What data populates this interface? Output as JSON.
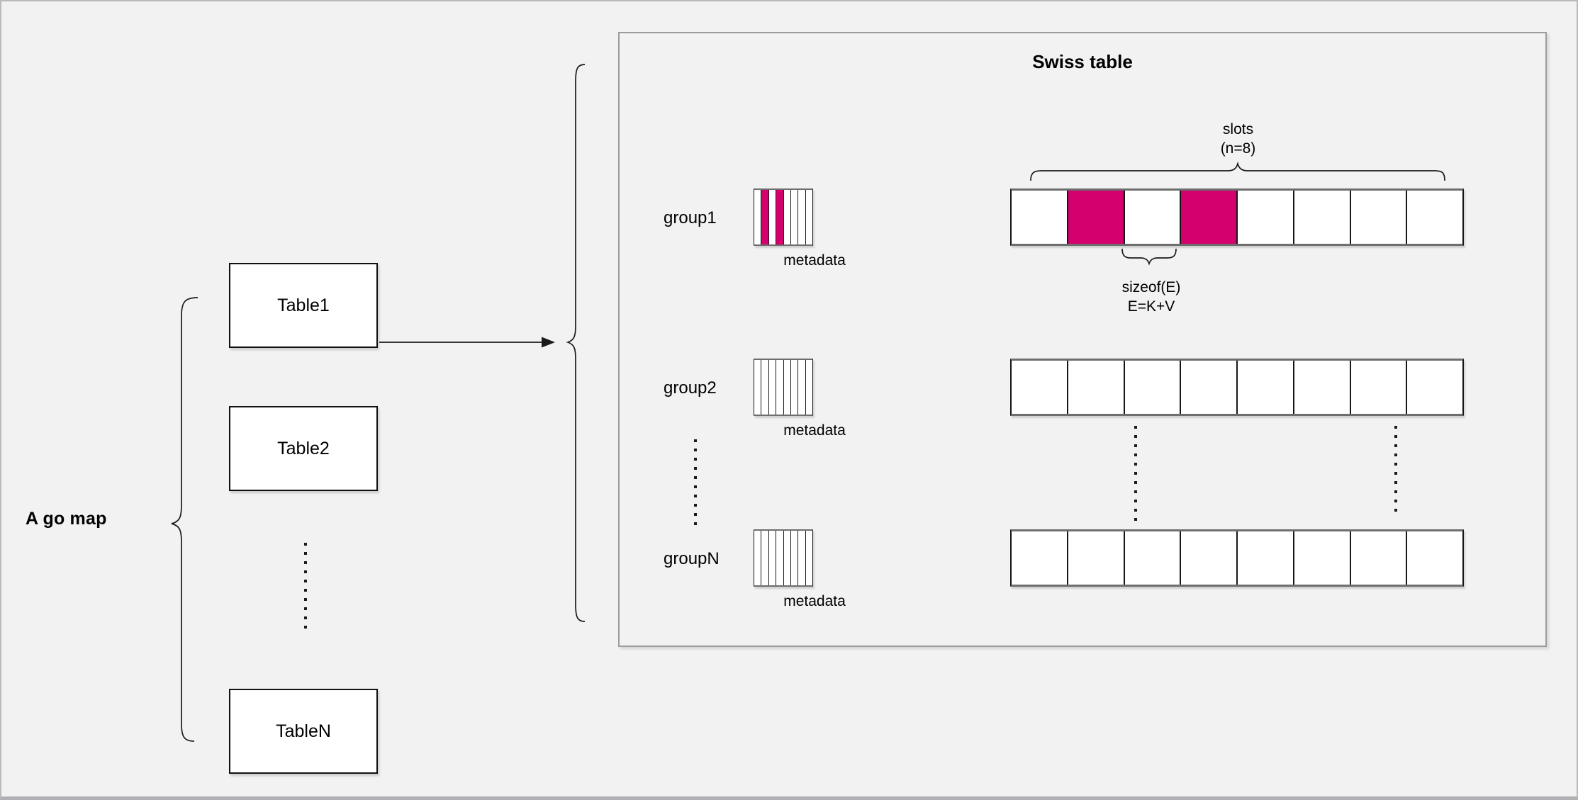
{
  "colors": {
    "background": "#f2f2f3",
    "highlight": "#d4006e"
  },
  "left_panel": {
    "label": "A go map",
    "tables": [
      {
        "label": "Table1"
      },
      {
        "label": "Table2"
      },
      {
        "label": "TableN"
      }
    ]
  },
  "swiss_table": {
    "title": "Swiss table",
    "slots_annotation": {
      "line1": "slots",
      "line2": "(n=8)"
    },
    "sizeof_annotation": {
      "line1": "sizeof(E)",
      "line2": "E=K+V"
    },
    "slot_count": 8,
    "groups": [
      {
        "label": "group1",
        "caption": "metadata",
        "highlighted_slots": [
          2,
          4
        ],
        "highlighted_stripes": [
          2,
          4
        ]
      },
      {
        "label": "group2",
        "caption": "metadata",
        "highlighted_slots": [],
        "highlighted_stripes": []
      },
      {
        "label": "groupN",
        "caption": "metadata",
        "highlighted_slots": [],
        "highlighted_stripes": []
      }
    ]
  }
}
